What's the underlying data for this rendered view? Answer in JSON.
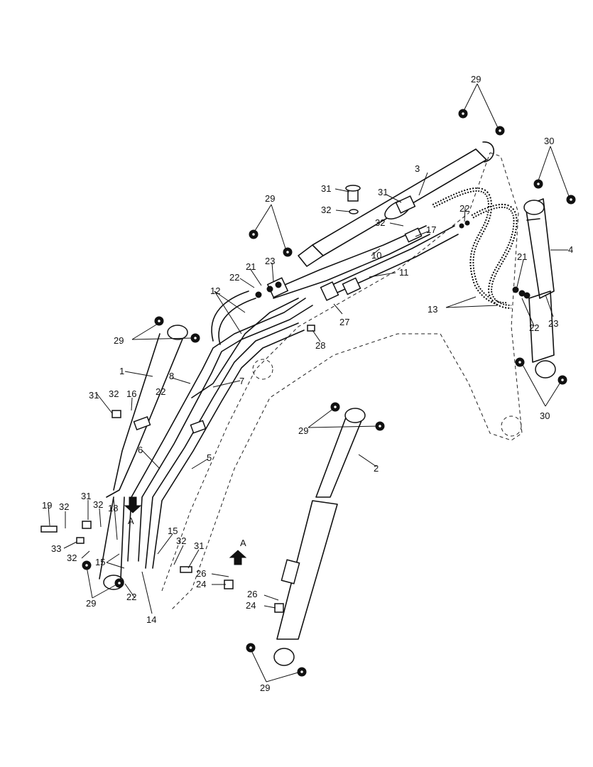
{
  "diagram": {
    "callouts": [
      "1",
      "2",
      "3",
      "4",
      "5",
      "6",
      "7",
      "8",
      "10",
      "11",
      "12",
      "13",
      "14",
      "15",
      "16",
      "17",
      "18",
      "19",
      "21",
      "22",
      "23",
      "24",
      "26",
      "27",
      "28",
      "29",
      "30",
      "31",
      "32",
      "33"
    ],
    "view_marker": "A"
  }
}
